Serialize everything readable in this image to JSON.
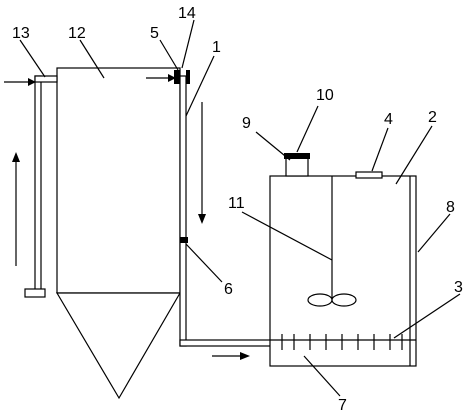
{
  "diagram": {
    "labels": [
      "13",
      "12",
      "5",
      "14",
      "1",
      "10",
      "9",
      "4",
      "2",
      "11",
      "8",
      "6",
      "3",
      "7"
    ]
  }
}
